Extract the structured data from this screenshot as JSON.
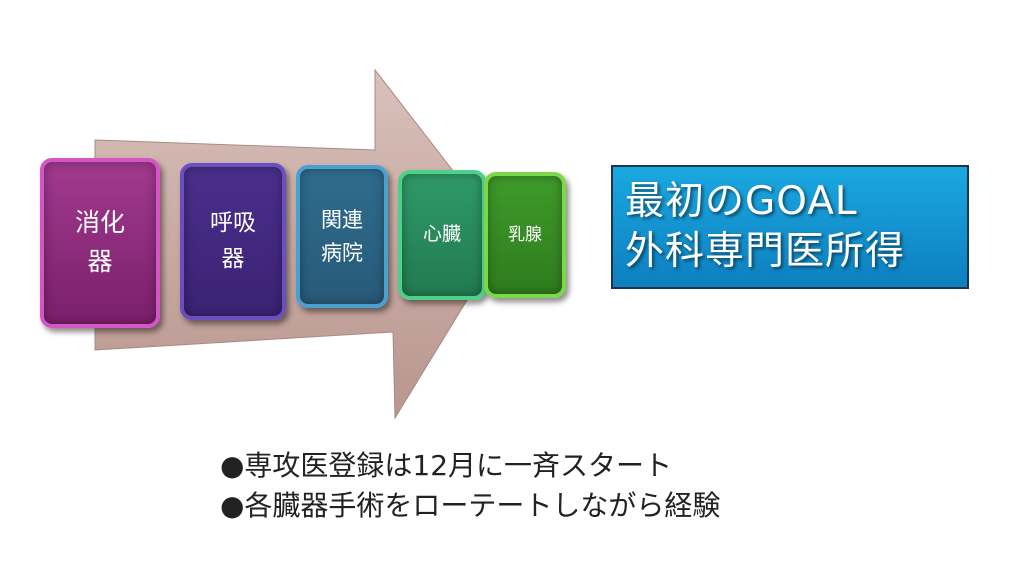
{
  "steps": [
    {
      "lines": [
        "消化",
        "器"
      ]
    },
    {
      "lines": [
        "呼吸",
        "器"
      ]
    },
    {
      "lines": [
        "関連",
        "病院"
      ]
    },
    {
      "lines": [
        "心臓"
      ]
    },
    {
      "lines": [
        "乳腺"
      ]
    }
  ],
  "goal": {
    "line1": "最初のGOAL",
    "line2": "外科専門医所得"
  },
  "bullets": [
    "●専攻医登録は12月に一斉スタート",
    "●各臓器手術をローテートしながら経験"
  ],
  "colors": {
    "arrow": "#cdb1ab",
    "goal_box": "#1aa8e0",
    "step_digestive": "#8e2a7e",
    "step_respiratory": "#402683",
    "step_related_hospital": "#2c6585",
    "step_heart": "#2a8a5c",
    "step_breast": "#388c24"
  }
}
